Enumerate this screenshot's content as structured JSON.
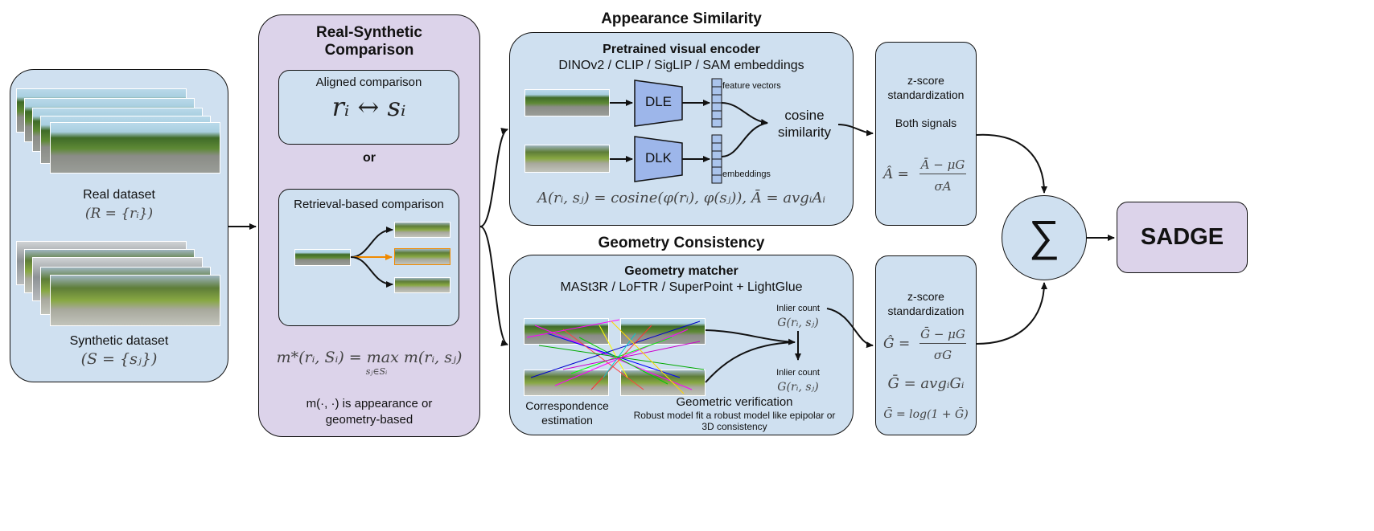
{
  "panel_real": {
    "real_label": "Real dataset",
    "real_formula": "(R = {rᵢ})",
    "synthetic_label": "Synthetic dataset",
    "synthetic_formula": "(S = {sⱼ})"
  },
  "panel_compare": {
    "title_line1": "Real-Synthetic",
    "title_line2": "Comparison",
    "aligned_title": "Aligned comparison",
    "aligned_formula": "rᵢ ↔ sᵢ",
    "or_text": "or",
    "retrieval_title": "Retrieval-based comparison",
    "max_formula": "m*(rᵢ, Sᵢ) = max m(rᵢ, sⱼ)",
    "max_sub": "sⱼ∈Sᵢ",
    "note_line1": "m(·, ·) is appearance or",
    "note_line2": "geometry-based"
  },
  "appearance": {
    "section_title": "Appearance Similarity",
    "encoder_title": "Pretrained visual encoder",
    "encoder_models": "DINOv2 / CLIP / SigLIP / SAM embeddings",
    "dle_label": "DLE",
    "dlk_label": "DLK",
    "feature_vectors_label": "feature vectors",
    "embeddings_label": "embeddings",
    "cosine_line1": "cosine",
    "cosine_line2": "similarity",
    "formula": "A(rᵢ, sⱼ) = cosine(φ(rᵢ), φ(sⱼ)), Ā = avgᵢAᵢ"
  },
  "geometry": {
    "section_title": "Geometry Consistency",
    "matcher_title": "Geometry matcher",
    "matcher_models": "MASt3R / LoFTR / SuperPoint + LightGlue",
    "inlier_label_1": "Inlier count",
    "inlier_formula_1": "G(rᵢ, sⱼ)",
    "inlier_label_2": "Inlier count",
    "inlier_formula_2": "G(rᵢ, sⱼ)",
    "correspondence_line1": "Correspondence",
    "correspondence_line2": "estimation",
    "verification_title": "Geometric verification",
    "verification_line1": "Robust model fit a robust model like epipolar or",
    "verification_line2": "3D consistency"
  },
  "z_appearance": {
    "line1": "z-score",
    "line2": "standardization",
    "signals": "Both signals",
    "formula_lhs": "Â =",
    "formula_num": "Ā − μG",
    "formula_den": "σA"
  },
  "z_geometry": {
    "line1": "z-score",
    "line2": "standardization",
    "formula_lhs": "Ĝ =",
    "formula_num": "Ḡ − μG",
    "formula_den": "σG",
    "formula_avg": "Ḡ = avgᵢGᵢ",
    "formula_log": "Ḡ = log(1 + Ḡ)"
  },
  "sum_symbol": "∑",
  "output_label": "SADGE",
  "colors": {
    "blue_panel": "#cfe0f0",
    "purple_panel": "#dcd3ea",
    "encoder_blue": "#9db6ea",
    "retrieval_highlight": "#f08a00"
  }
}
